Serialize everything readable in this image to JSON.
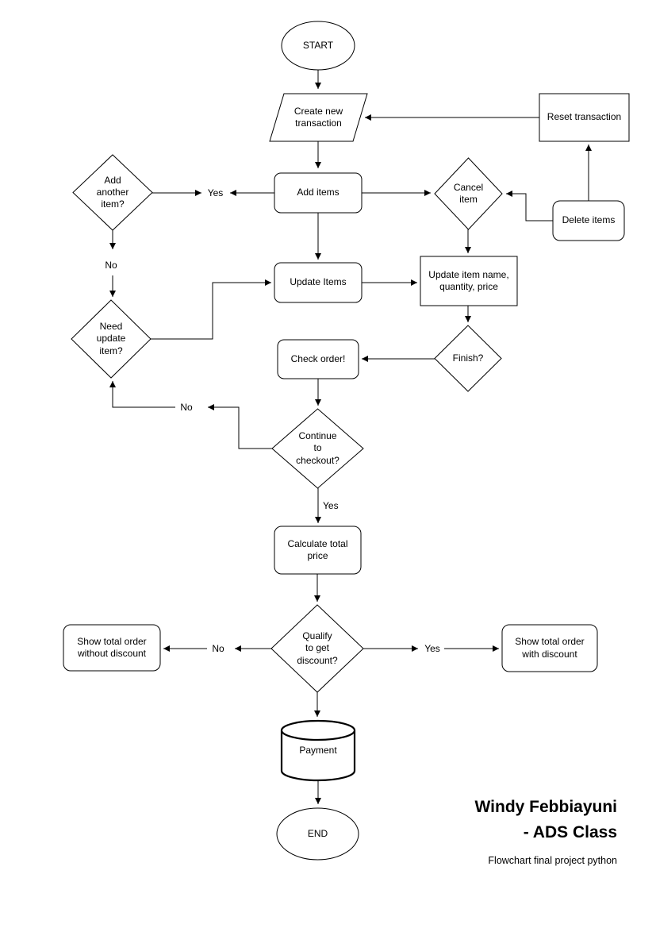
{
  "title": "Flowchart final project python",
  "colors": {
    "stroke": "#000000",
    "fill": "#ffffff",
    "text": "#000000",
    "background": "#ffffff"
  },
  "nodes": {
    "start": {
      "shape": "terminator-ellipse",
      "label": "START"
    },
    "create_transaction": {
      "shape": "parallelogram-data",
      "label": [
        "Create new",
        "transaction"
      ]
    },
    "reset_transaction": {
      "shape": "rectangle",
      "label": "Reset transaction"
    },
    "add_items": {
      "shape": "rounded-process",
      "label": "Add items"
    },
    "cancel_item": {
      "shape": "diamond-decision",
      "label": [
        "Cancel",
        "item"
      ]
    },
    "delete_items": {
      "shape": "rounded-process",
      "label": "Delete items"
    },
    "add_another_item": {
      "shape": "diamond-decision",
      "label": [
        "Add",
        "another",
        "item?"
      ]
    },
    "update_items": {
      "shape": "rounded-process",
      "label": "Update Items"
    },
    "update_item_fields": {
      "shape": "rectangle",
      "label": [
        "Update item name,",
        "quantity, price"
      ]
    },
    "need_update_item": {
      "shape": "diamond-decision",
      "label": [
        "Need",
        "update",
        "item?"
      ]
    },
    "check_order": {
      "shape": "rounded-process",
      "label": "Check order!"
    },
    "finish": {
      "shape": "diamond-decision",
      "label": "Finish?"
    },
    "continue_checkout": {
      "shape": "diamond-decision",
      "label": [
        "Continue",
        "to",
        "checkout?"
      ]
    },
    "calculate_total_price": {
      "shape": "rounded-process",
      "label": [
        "Calculate total",
        "price"
      ]
    },
    "qualify_discount": {
      "shape": "diamond-decision",
      "label": [
        "Qualify",
        "to get",
        "discount?"
      ]
    },
    "show_without_discount": {
      "shape": "rounded-process",
      "label": [
        "Show total order",
        "without discount"
      ]
    },
    "show_with_discount": {
      "shape": "rounded-process",
      "label": [
        "Show total order",
        "with discount"
      ]
    },
    "payment": {
      "shape": "database-cylinder",
      "label": "Payment"
    },
    "end": {
      "shape": "terminator-ellipse",
      "label": "END"
    }
  },
  "edge_labels": {
    "add_another_yes": "Yes",
    "add_another_no": "No",
    "continue_no": "No",
    "continue_yes": "Yes",
    "qualify_no": "No",
    "qualify_yes": "Yes"
  },
  "credits": {
    "author_line1": "Windy Febbiayuni",
    "author_line2": "- ADS Class",
    "caption": "Flowchart final project python"
  }
}
